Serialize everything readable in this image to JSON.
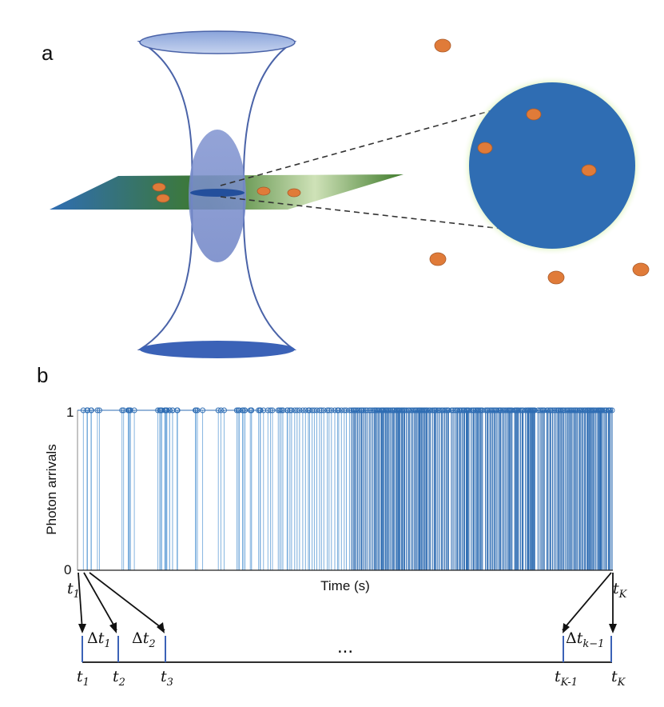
{
  "panels": {
    "a": {
      "label": "a"
    },
    "b": {
      "label": "b"
    }
  },
  "axis": {
    "ylabel": "Photon arrivals",
    "xlabel": "Time (s)",
    "ytick_top": "1",
    "ytick_bottom": "0"
  },
  "times": {
    "t_main": "t",
    "sub_1": "1",
    "sub_2": "2",
    "sub_3": "3",
    "sub_K": "K",
    "sub_Km1": "K-1",
    "delta": "Δ",
    "dt_sub_1": "1",
    "dt_sub_2": "2",
    "dt_sub_km1": "k−1",
    "ellipsis": "..."
  },
  "colors": {
    "spike_light": "#7aaedd",
    "spike_dark": "#2f6db3",
    "particle": "#e07b39",
    "volume_blue": "#2f6db3",
    "plane_green": "#3e7a2a",
    "cone_outline": "#4a63a8"
  },
  "chart_data": {
    "type": "scatter",
    "description_values": "photon arrival events: y=1 at arrival times, 0 otherwise; sparse early, dense later",
    "ylim": [
      0,
      1
    ],
    "y_ticks": [
      "0",
      "1"
    ],
    "xlabel": "Time (s)",
    "ylabel": "Photon arrivals",
    "grid": false
  }
}
